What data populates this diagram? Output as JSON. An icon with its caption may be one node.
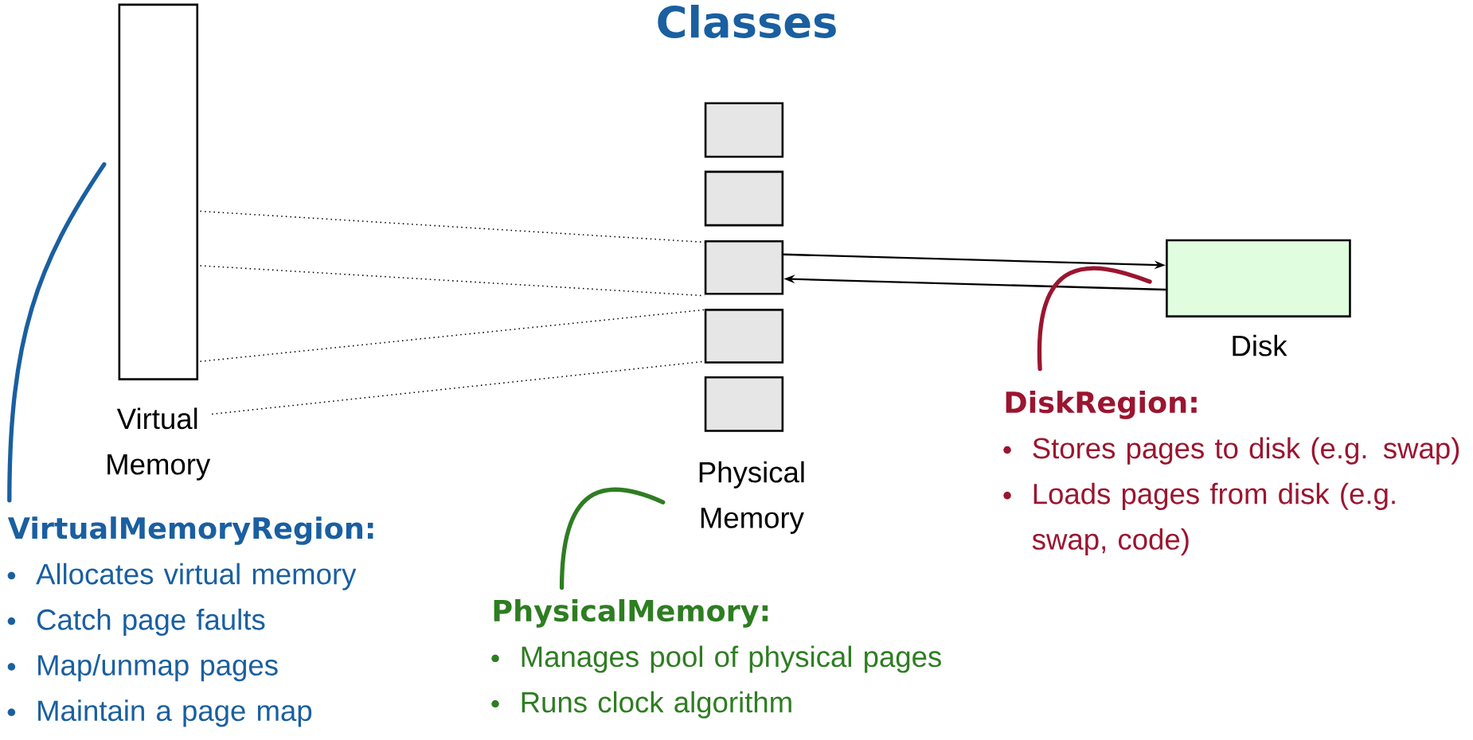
{
  "diagram": {
    "title": "Classes",
    "nodes": [
      {
        "text": [],
        "shape": "box",
        "beside": [
          "Virtual Memory"
        ]
      },
      {
        "text": [],
        "shape": "box"
      },
      {
        "text": [],
        "shape": "box"
      },
      {
        "text": [],
        "shape": "box"
      },
      {
        "text": [],
        "shape": "box"
      },
      {
        "text": [],
        "shape": "box"
      },
      {
        "text": [
          "Physical Memory"
        ]
      },
      {
        "text": [],
        "shape": "box",
        "beside": [
          "Disk"
        ]
      },
      {
        "text": [
          "DiskRegion:",
          "Stores pages to disk (e.g. swap)",
          "Loads pages from disk (e.g. swap, code)"
        ]
      },
      {
        "text": [
          "VirtualMemoryRegion:",
          "Allocates virtual memory",
          "Catch page faults",
          "Map/unmap pages",
          "Maintain a page map"
        ]
      },
      {
        "text": [
          "PhysicalMemory:",
          "Manages pool of physical pages",
          "Runs clock algorithm"
        ]
      }
    ],
    "edges": [
      {
        "from": 0,
        "to": 3,
        "arrow": "none",
        "style": "dashed"
      },
      {
        "from": 0,
        "to": 3,
        "arrow": "none",
        "style": "dashed"
      },
      {
        "from": 0,
        "to": 4,
        "arrow": "none",
        "style": "dashed"
      },
      {
        "from": 0,
        "to": 4,
        "arrow": "none",
        "style": "dashed"
      },
      {
        "from": 3,
        "to": 7,
        "arrow": "to"
      },
      {
        "from": 7,
        "to": 3,
        "arrow": "to"
      },
      {
        "from": 9,
        "to": 0,
        "arrow": "none",
        "style": "thick",
        "color": "#1a5fa0"
      },
      {
        "from": 8,
        "to": 7,
        "arrow": "none",
        "style": "thick",
        "color": "#9b1530"
      },
      {
        "from": 10,
        "to": 6,
        "arrow": "none",
        "style": "thick",
        "color": "#2e7d22"
      }
    ]
  }
}
